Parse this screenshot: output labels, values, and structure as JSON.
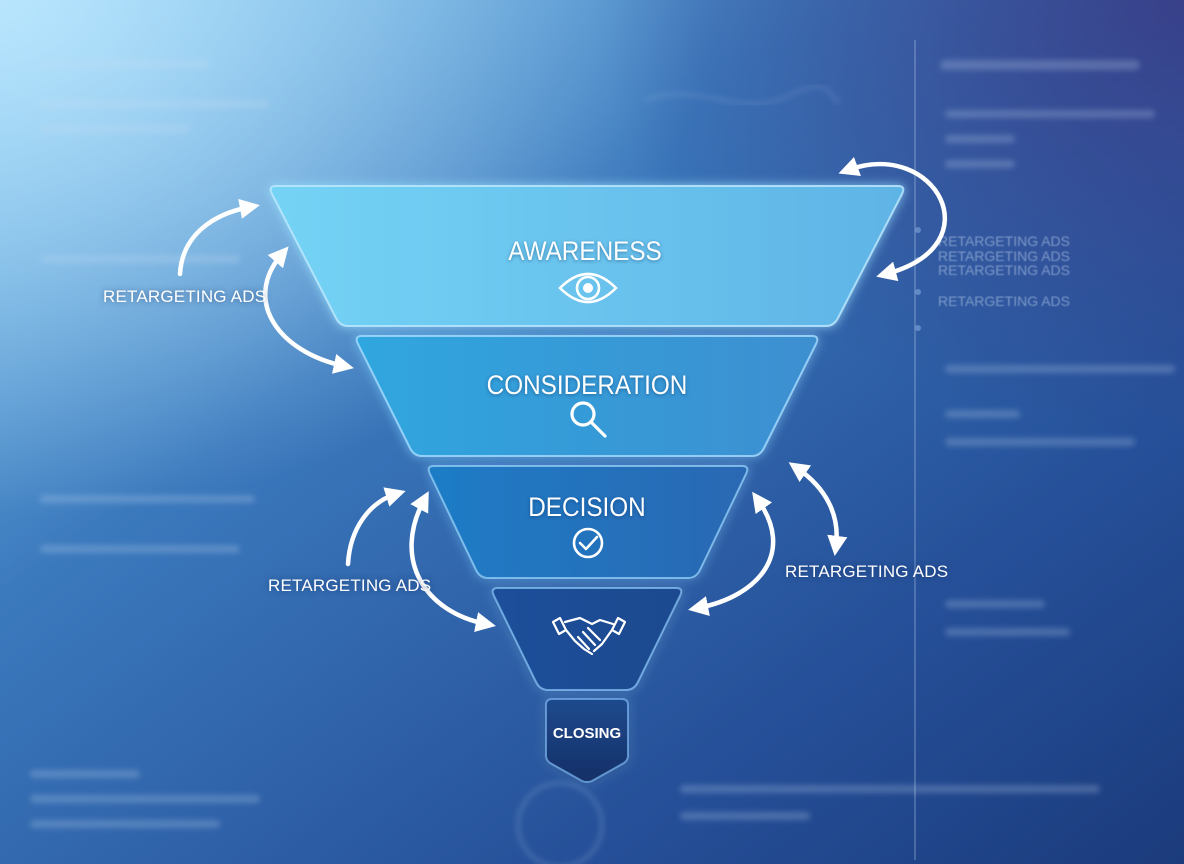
{
  "stages": [
    {
      "id": "awareness",
      "title": "AWARENESS",
      "icon": "eye-icon"
    },
    {
      "id": "consideration",
      "title": "CONSIDERATION",
      "icon": "magnifier-icon"
    },
    {
      "id": "decision",
      "title": "DECISION",
      "icon": "check-circle-icon"
    },
    {
      "id": "action",
      "title": "",
      "icon": "handshake-icon"
    },
    {
      "id": "closing",
      "title": "CLOSING",
      "icon": ""
    }
  ],
  "loop_labels": {
    "upper_left": "RETARGETING ADS",
    "lower_left": "RETARGETING ADS",
    "lower_right": "RETARGETING ADS"
  },
  "faded_panel_text": [
    "RETARGETING ADS",
    "RETARGETING ADS",
    "RETARGETING ADS",
    "RETARGETING ADS"
  ],
  "colors": {
    "background_dark": "#1e3f80",
    "background_light": "#5fa6e0",
    "awareness": "#6cc8ee",
    "consideration": "#3a9edb",
    "decision": "#2a73bd",
    "action": "#1f4d94",
    "closing": "#183a78",
    "arrows": "#ffffff"
  }
}
